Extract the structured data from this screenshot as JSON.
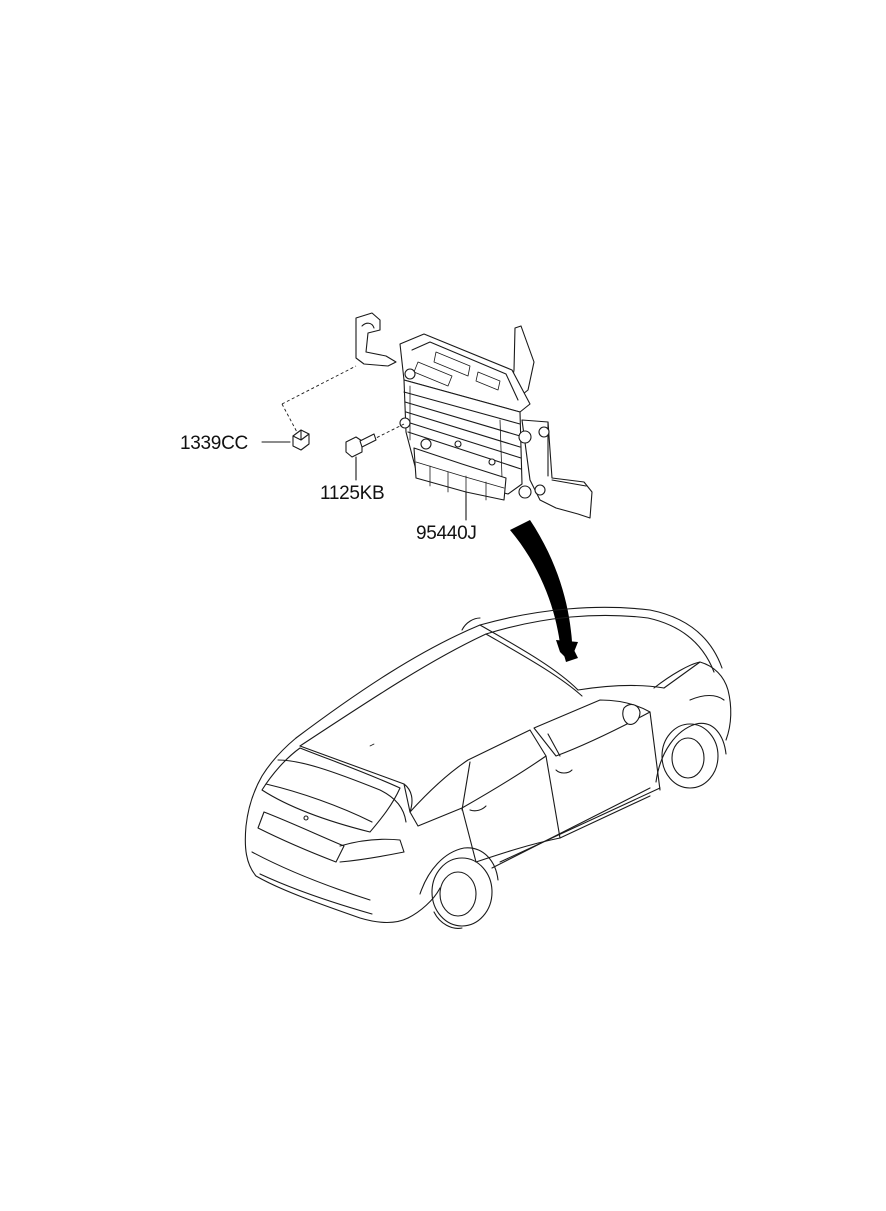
{
  "diagram": {
    "parts": [
      {
        "id": "nut",
        "label": "1339CC"
      },
      {
        "id": "bolt",
        "label": "1125KB"
      },
      {
        "id": "module",
        "label": "95440J"
      }
    ]
  },
  "colors": {
    "line": "#1a1a1a",
    "background": "#ffffff",
    "pointer_arrow": "#000000"
  }
}
